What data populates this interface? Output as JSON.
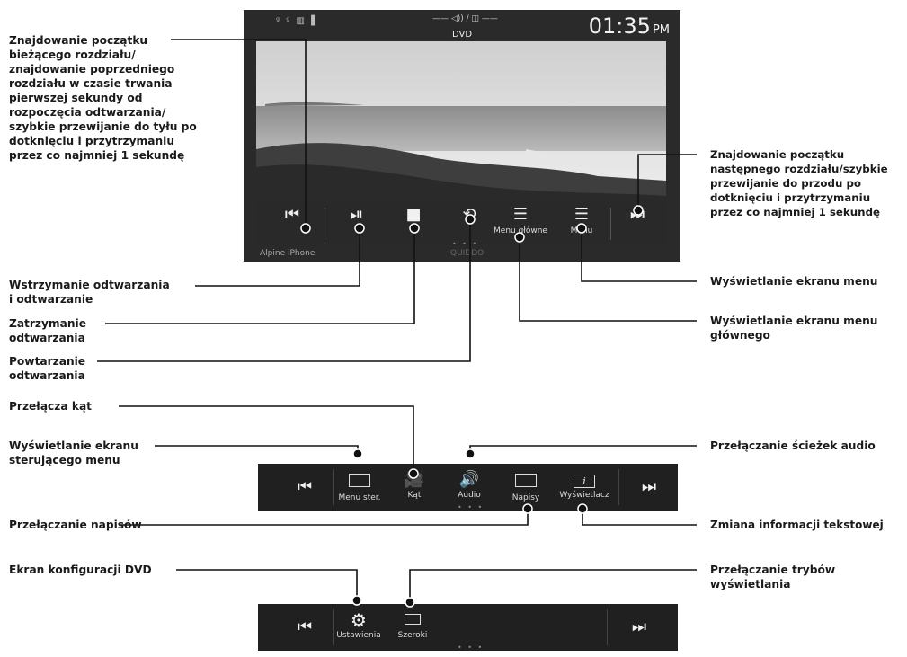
{
  "screen": {
    "source": "DVD",
    "clock_time": "01:35",
    "clock_ampm": "PM",
    "status_icons": "ᵍ ᵍ ▥ ▌",
    "status_mid": "—— ◁)) / ◫ ——",
    "footer_device": "Alpine iPhone",
    "footer_mid": "QUIDDO",
    "controls": [
      {
        "glyph": "⏮",
        "label": ""
      },
      {
        "glyph": "⏯",
        "label": ""
      },
      {
        "glyph": "■",
        "label": ""
      },
      {
        "glyph": "⟲",
        "label": ""
      },
      {
        "glyph": "☰",
        "label": "Menu główne"
      },
      {
        "glyph": "☰",
        "label": "Menu"
      },
      {
        "glyph": "⏭",
        "label": ""
      }
    ],
    "page_dots": "• • •"
  },
  "bar2": {
    "prev_glyph": "⏮",
    "next_glyph": "⏭",
    "items": [
      {
        "label": "Menu ster."
      },
      {
        "label": "Kąt"
      },
      {
        "label": "Audio"
      },
      {
        "label": "Napisy"
      },
      {
        "label": "Wyświetlacz",
        "glyph": "i"
      }
    ],
    "dots": "• • •"
  },
  "bar3": {
    "prev_glyph": "⏮",
    "next_glyph": "⏭",
    "items": [
      {
        "label": "Ustawienia",
        "glyph": "⚙"
      },
      {
        "label": "Szeroki"
      }
    ],
    "dots": "• • •"
  },
  "annotations": {
    "prev": "Znajdowanie początku\nbieżącego rozdziału/\nznajdowanie poprzedniego\nrozdziału w czasie trwania\npierwszej sekundy od\nrozpoczęcia odtwarzania/\nszybkie przewijanie do tyłu po\ndotknięciu i przytrzymaniu\nprzez co najmniej 1 sekundę",
    "next": "Znajdowanie początku\nnastępnego rozdziału/szybkie\nprzewijanie do przodu po\ndotknięciu i przytrzymaniu\nprzez co najmniej 1 sekundę",
    "pause": "Wstrzymanie odtwarzania\ni odtwarzanie",
    "stop": "Zatrzymanie\nodtwarzania",
    "repeat": "Powtarzanie\nodtwarzania",
    "menu": "Wyświetlanie ekranu menu",
    "top_menu": "Wyświetlanie ekranu menu\ngłównego",
    "angle": "Przełącza kąt",
    "control_menu": "Wyświetlanie ekranu\nsterującego menu",
    "audio": "Przełączanie ścieżek audio",
    "subtitle": "Przełączanie napisów",
    "display_info": "Zmiana informacji tekstowej",
    "dvd_setup": "Ekran konfiguracji DVD",
    "display_mode": "Przełączanie trybów\nwyświetlania"
  }
}
